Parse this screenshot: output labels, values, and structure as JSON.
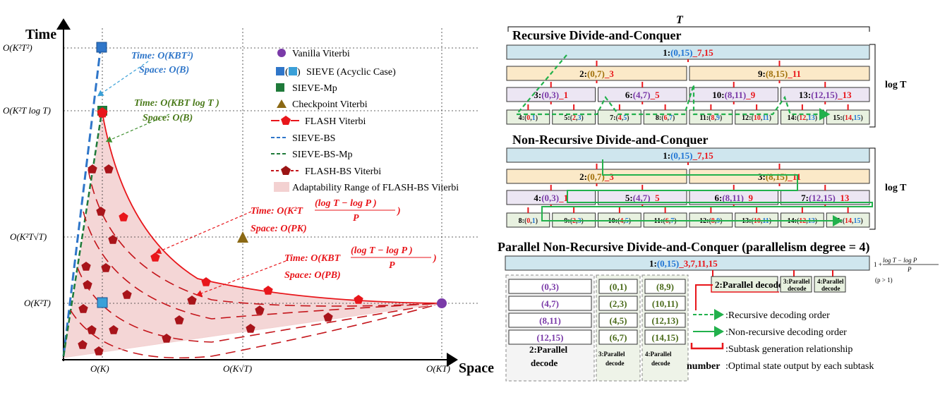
{
  "colors": {
    "red": "#e8161b",
    "blue": "#2f76c9",
    "green": "#1f7a3a",
    "brown": "#8b6914",
    "purple": "#7a3aa8",
    "cyan": "#3aa0d8",
    "shade": "#f3d1d1",
    "rowBlue": "#cfe6ee",
    "rowYellow": "#fbe9c8",
    "rowLav": "#ece6f3",
    "rowMint": "#e8f1e0"
  },
  "plot": {
    "y_title": "Time",
    "x_title": "Space",
    "y_ticks": [
      "O(K²T²)",
      "O(K²T log T)",
      "O(K²T√T)",
      "O(K²T)"
    ],
    "x_ticks": [
      "O(K)",
      "O(K√T)",
      "O(KT)"
    ],
    "legend": [
      {
        "label": "Vanilla Viterbi",
        "icon": "purple-circle-icon"
      },
      {
        "label": "SIEVE (Acyclic Case)",
        "icon": "blue-square-icon"
      },
      {
        "label": "SIEVE-Mp",
        "icon": "green-square-icon"
      },
      {
        "label": "Checkpoint Viterbi",
        "icon": "brown-triangle-icon"
      },
      {
        "label": "FLASH Viterbi",
        "icon": "red-pentagon-icon"
      },
      {
        "label": "SIEVE-BS",
        "icon": "blue-dashed-line-icon"
      },
      {
        "label": "SIEVE-BS-Mp",
        "icon": "green-dashed-line-icon"
      },
      {
        "label": "FLASH-BS Viterbi",
        "icon": "dark-red-pentagon-icon"
      },
      {
        "label": "Adaptability Range of FLASH-BS Viterbi",
        "icon": "shaded-area-icon"
      }
    ],
    "annotations": {
      "a1_time": "Time: O(KBT²)",
      "a1_space": "Space: O(B)",
      "a2_time": "Time: O(KBT log T )",
      "a2_space": "Space: O(B)",
      "a3_time_pre": "Time: O(K²T",
      "a3_space": "Space:  O(PK)",
      "a4_time_pre": "Time: O(KBT",
      "a4_space": "Space:  O(PB)",
      "frac_num": "(log T − log P )",
      "frac_den": "P",
      "close": ")"
    }
  },
  "right": {
    "T_label": "T",
    "logT": "log T",
    "sec1": "Recursive Divide-and-Conquer",
    "sec2": "Non-Recursive Divide-and-Conquer",
    "sec3": "Parallel Non-Recursive Divide-and-Conquer (parallelism degree = 4)",
    "r1": {
      "row0": [
        {
          "id": "1:",
          "rng": "(0,15)",
          "out": "_7,15"
        }
      ],
      "row1": [
        {
          "id": "2:",
          "rng": "(0,7)",
          "out": "_3"
        },
        {
          "id": "9:",
          "rng": "(8,15)",
          "out": "_11"
        }
      ],
      "row2": [
        {
          "id": "3:",
          "rng": "(0,3)",
          "out": "_1"
        },
        {
          "id": "6:",
          "rng": "(4,7)",
          "out": "_5"
        },
        {
          "id": "10:",
          "rng": "(8,11)",
          "out": "_9"
        },
        {
          "id": "13:",
          "rng": "(12,15)",
          "out": "_13"
        }
      ],
      "row3": [
        {
          "id": "4:",
          "rng": "(0,1)"
        },
        {
          "id": "5:",
          "rng": "(2,3)"
        },
        {
          "id": "7:",
          "rng": "(4,5)"
        },
        {
          "id": "8:",
          "rng": "(6,7)"
        },
        {
          "id": "11:",
          "rng": "(8,9)"
        },
        {
          "id": "12:",
          "rng": "(10,11)"
        },
        {
          "id": "14:",
          "rng": "(12,13)"
        },
        {
          "id": "15:",
          "rng": "(14,15)"
        }
      ]
    },
    "r2": {
      "row0": [
        {
          "id": "1:",
          "rng": "(0,15)",
          "out": "_7,15"
        }
      ],
      "row1": [
        {
          "id": "2:",
          "rng": "(0,7)",
          "out": "_3"
        },
        {
          "id": "3:",
          "rng": "(8,15)",
          "out": "_11"
        }
      ],
      "row2": [
        {
          "id": "4:",
          "rng": "(0,3)",
          "out": "_1"
        },
        {
          "id": "5:",
          "rng": "(4,7)",
          "out": "_5"
        },
        {
          "id": "6:",
          "rng": "(8,11)",
          "out": "_9"
        },
        {
          "id": "7:",
          "rng": "(12,15)",
          "out": "_13"
        }
      ],
      "row3": [
        {
          "id": "8:",
          "rng": "(0,1)"
        },
        {
          "id": "9:",
          "rng": "(2,3)"
        },
        {
          "id": "10:",
          "rng": "(4,5)"
        },
        {
          "id": "11:",
          "rng": "(6,7)"
        },
        {
          "id": "12:",
          "rng": "(8,9)"
        },
        {
          "id": "13:",
          "rng": "(10,11)"
        },
        {
          "id": "14:",
          "rng": "(12,13)"
        },
        {
          "id": "15:",
          "rng": "(14,15)"
        }
      ]
    },
    "r3": {
      "top": {
        "id": "1:",
        "rng": "(0,15)",
        "out": "_3,7,11,15"
      },
      "p2": "2:Parallel decode",
      "p3": "3:Parallel decode",
      "p4": "4:Parallel decode",
      "colA": [
        "(0,3)",
        "(4,7)",
        "(8,11)",
        "(12,15)"
      ],
      "colB": [
        "(0,1)",
        "(2,3)",
        "(4,5)",
        "(6,7)"
      ],
      "colC": [
        "(8,9)",
        "(10,11)",
        "(12,13)",
        "(14,15)"
      ],
      "boxA": "2:Parallel decode",
      "boxB": "3:Parallel decode",
      "boxC": "4:Parallel decode",
      "formula_pre": "1 + ",
      "formula_num": "log T − log P",
      "formula_den": "P",
      "formula_cond": "(p > 1)"
    },
    "legend2": [
      ":Recursive decoding order",
      ":Non-recursive decoding order",
      ":Subtask generation relationship",
      ":Optimal state output by each subtask"
    ],
    "number_word": "number"
  }
}
